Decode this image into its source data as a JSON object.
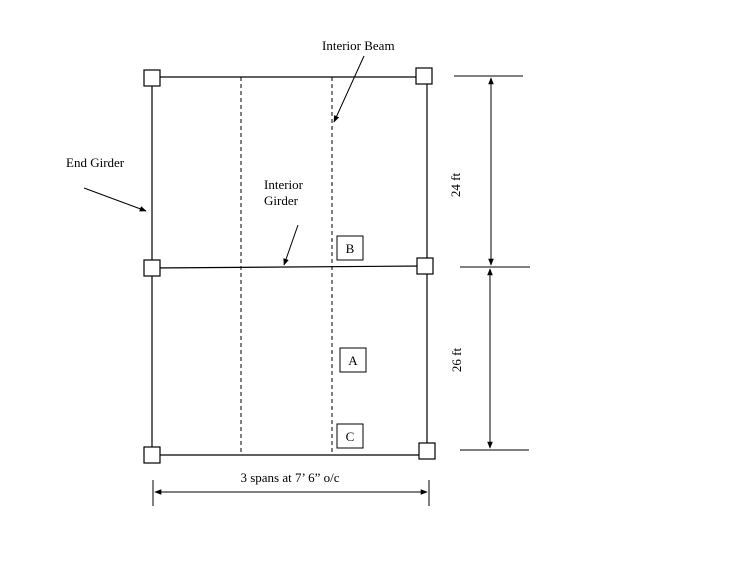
{
  "labels": {
    "interior_beam": "Interior Beam",
    "end_girder": "End Girder",
    "interior_girder_line1": "Interior",
    "interior_girder_line2": "Girder",
    "dim_top": "24 ft",
    "dim_bottom": "26 ft",
    "dim_spans": "3 spans at 7’ 6” o/c"
  },
  "panels": {
    "b": "B",
    "a": "A",
    "c": "C"
  }
}
